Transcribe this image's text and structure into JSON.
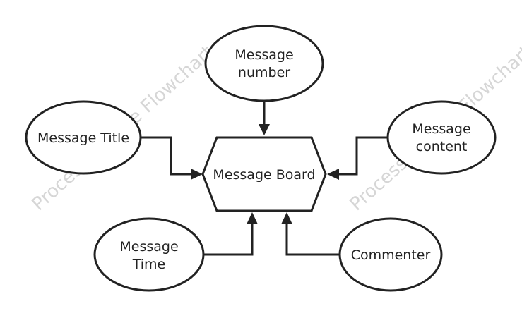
{
  "watermark": "ProcessOn Free Flowchart",
  "nodes": {
    "center": {
      "label": "Message Board"
    },
    "number": {
      "line1": "Message",
      "line2": "number"
    },
    "title": {
      "label": "Message Title"
    },
    "content": {
      "line1": "Message",
      "line2": "content"
    },
    "time": {
      "line1": "Message",
      "line2": "Time"
    },
    "commenter": {
      "label": "Commenter"
    }
  },
  "colors": {
    "stroke": "#222222",
    "fill": "#ffffff",
    "watermark": "#d6d6d6"
  }
}
